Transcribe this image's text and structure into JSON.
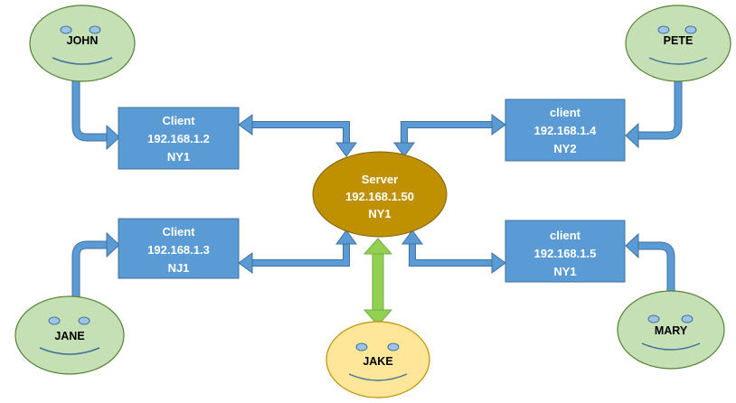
{
  "colors": {
    "client_box": "#5B9BD5",
    "client_box_border": "#41719C",
    "server": "#BF9000",
    "server_border": "#7F6000",
    "face_green": "#C5E0B4",
    "face_green_border": "#548235",
    "face_yellow": "#FFE699",
    "face_yellow_border": "#BF9000",
    "arrow_blue": "#5B9BD5",
    "arrow_green": "#92D050"
  },
  "server": {
    "lines": [
      "Server",
      "192.168.1.50",
      "NY1"
    ]
  },
  "clients": [
    {
      "id": "john-client",
      "lines": [
        "Client",
        "192.168.1.2",
        "NY1"
      ]
    },
    {
      "id": "jane-client",
      "lines": [
        "Client",
        "192.168.1.3",
        "NJ1"
      ]
    },
    {
      "id": "pete-client",
      "lines": [
        "client",
        "192.168.1.4",
        "NY2"
      ]
    },
    {
      "id": "mary-client",
      "lines": [
        "client",
        "192.168.1.5",
        "NY1"
      ]
    }
  ],
  "users": {
    "john": "JOHN",
    "pete": "PETE",
    "jane": "JANE",
    "mary": "MARY",
    "jake": "JAKE"
  }
}
